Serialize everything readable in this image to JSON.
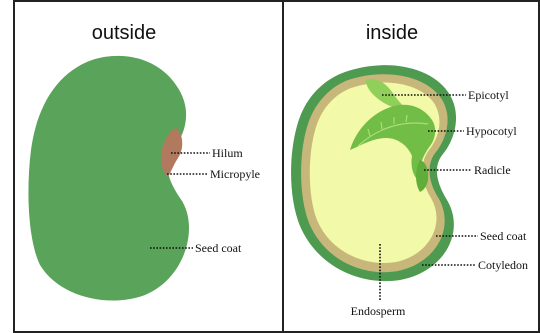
{
  "panels": {
    "outside": {
      "title": "outside"
    },
    "inside": {
      "title": "inside"
    }
  },
  "labels": {
    "hilum": "Hilum",
    "micropyle": "Micropyle",
    "seed_coat_outside": "Seed coat",
    "epicotyl": "Epicotyl",
    "hypocotyl": "Hypocotyl",
    "radicle": "Radicle",
    "seed_coat_inside": "Seed coat",
    "cotyledon": "Cotyledon",
    "endosperm": "Endosperm"
  },
  "colors": {
    "seed_coat": "#5aa35a",
    "seed_coat_dark": "#4e9a50",
    "hilum": "#b17a5e",
    "cotyledon_ring": "#c8b77a",
    "endosperm": "#f2f9a8",
    "embryo_light": "#8fcf5a",
    "embryo_dark": "#5fae3a"
  }
}
